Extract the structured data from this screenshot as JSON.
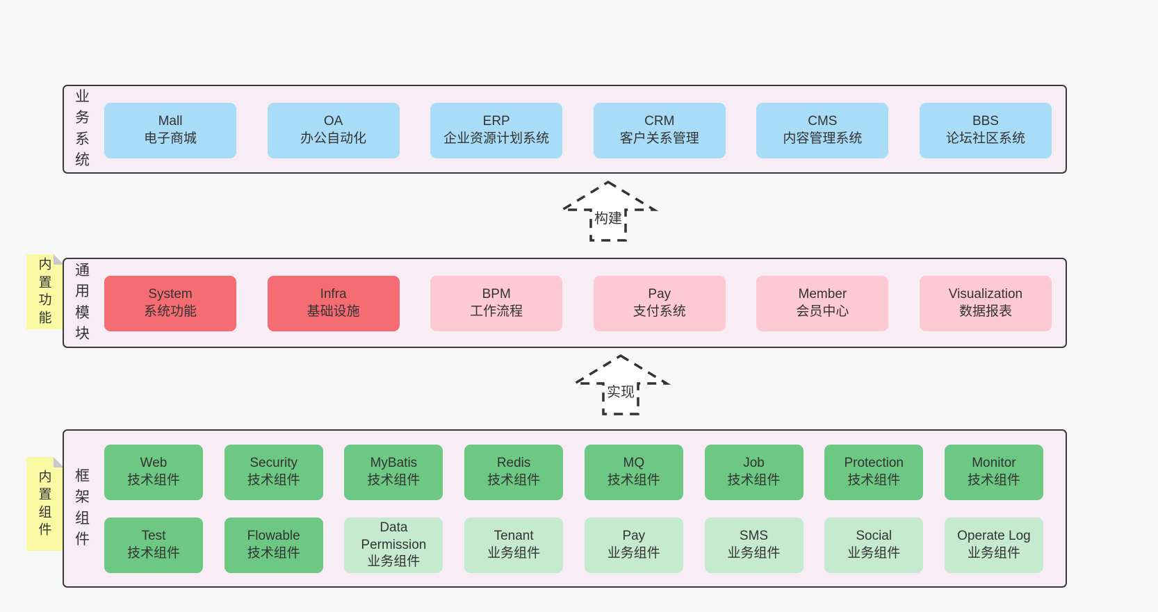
{
  "colors": {
    "blue": "#a9dcf6",
    "red": "#f56d72",
    "pink": "#fdc9d3",
    "green": "#6cc883",
    "green_light": "#c6ead0",
    "band_bg": "#f8edf5",
    "sticky_bg": "#fafaa4",
    "outline": "#3a3a3a",
    "text": "#333333",
    "page_bg": "#f8f8f8"
  },
  "bands": [
    {
      "label": "业务系统",
      "boxes": [
        {
          "name": "Mall",
          "desc": "电子商城",
          "color": "blue"
        },
        {
          "name": "OA",
          "desc": "办公自动化",
          "color": "blue"
        },
        {
          "name": "ERP",
          "desc": "企业资源计划系统",
          "color": "blue"
        },
        {
          "name": "CRM",
          "desc": "客户关系管理",
          "color": "blue"
        },
        {
          "name": "CMS",
          "desc": "内容管理系统",
          "color": "blue"
        },
        {
          "name": "BBS",
          "desc": "论坛社区系统",
          "color": "blue"
        }
      ]
    },
    {
      "label": "通用模块",
      "sticky": "内置功能",
      "boxes": [
        {
          "name": "System",
          "desc": "系统功能",
          "color": "red"
        },
        {
          "name": "Infra",
          "desc": "基础设施",
          "color": "red"
        },
        {
          "name": "BPM",
          "desc": "工作流程",
          "color": "pink"
        },
        {
          "name": "Pay",
          "desc": "支付系统",
          "color": "pink"
        },
        {
          "name": "Member",
          "desc": "会员中心",
          "color": "pink"
        },
        {
          "name": "Visualization",
          "desc": "数据报表",
          "color": "pink"
        }
      ]
    },
    {
      "label": "框架组件",
      "sticky": "内置组件",
      "rows": [
        [
          {
            "name": "Web",
            "desc": "技术组件",
            "color": "green"
          },
          {
            "name": "Security",
            "desc": "技术组件",
            "color": "green"
          },
          {
            "name": "MyBatis",
            "desc": "技术组件",
            "color": "green"
          },
          {
            "name": "Redis",
            "desc": "技术组件",
            "color": "green"
          },
          {
            "name": "MQ",
            "desc": "技术组件",
            "color": "green"
          },
          {
            "name": "Job",
            "desc": "技术组件",
            "color": "green"
          },
          {
            "name": "Protection",
            "desc": "技术组件",
            "color": "green"
          },
          {
            "name": "Monitor",
            "desc": "技术组件",
            "color": "green"
          }
        ],
        [
          {
            "name": "Test",
            "desc": "技术组件",
            "color": "green"
          },
          {
            "name": "Flowable",
            "desc": "技术组件",
            "color": "green"
          },
          {
            "name": "Data Permission",
            "desc": "业务组件",
            "color": "green-light"
          },
          {
            "name": "Tenant",
            "desc": "业务组件",
            "color": "green-light"
          },
          {
            "name": "Pay",
            "desc": "业务组件",
            "color": "green-light"
          },
          {
            "name": "SMS",
            "desc": "业务组件",
            "color": "green-light"
          },
          {
            "name": "Social",
            "desc": "业务组件",
            "color": "green-light"
          },
          {
            "name": "Operate Log",
            "desc": "业务组件",
            "color": "green-light"
          }
        ]
      ]
    }
  ],
  "arrows": [
    {
      "label": "构建"
    },
    {
      "label": "实现"
    }
  ]
}
